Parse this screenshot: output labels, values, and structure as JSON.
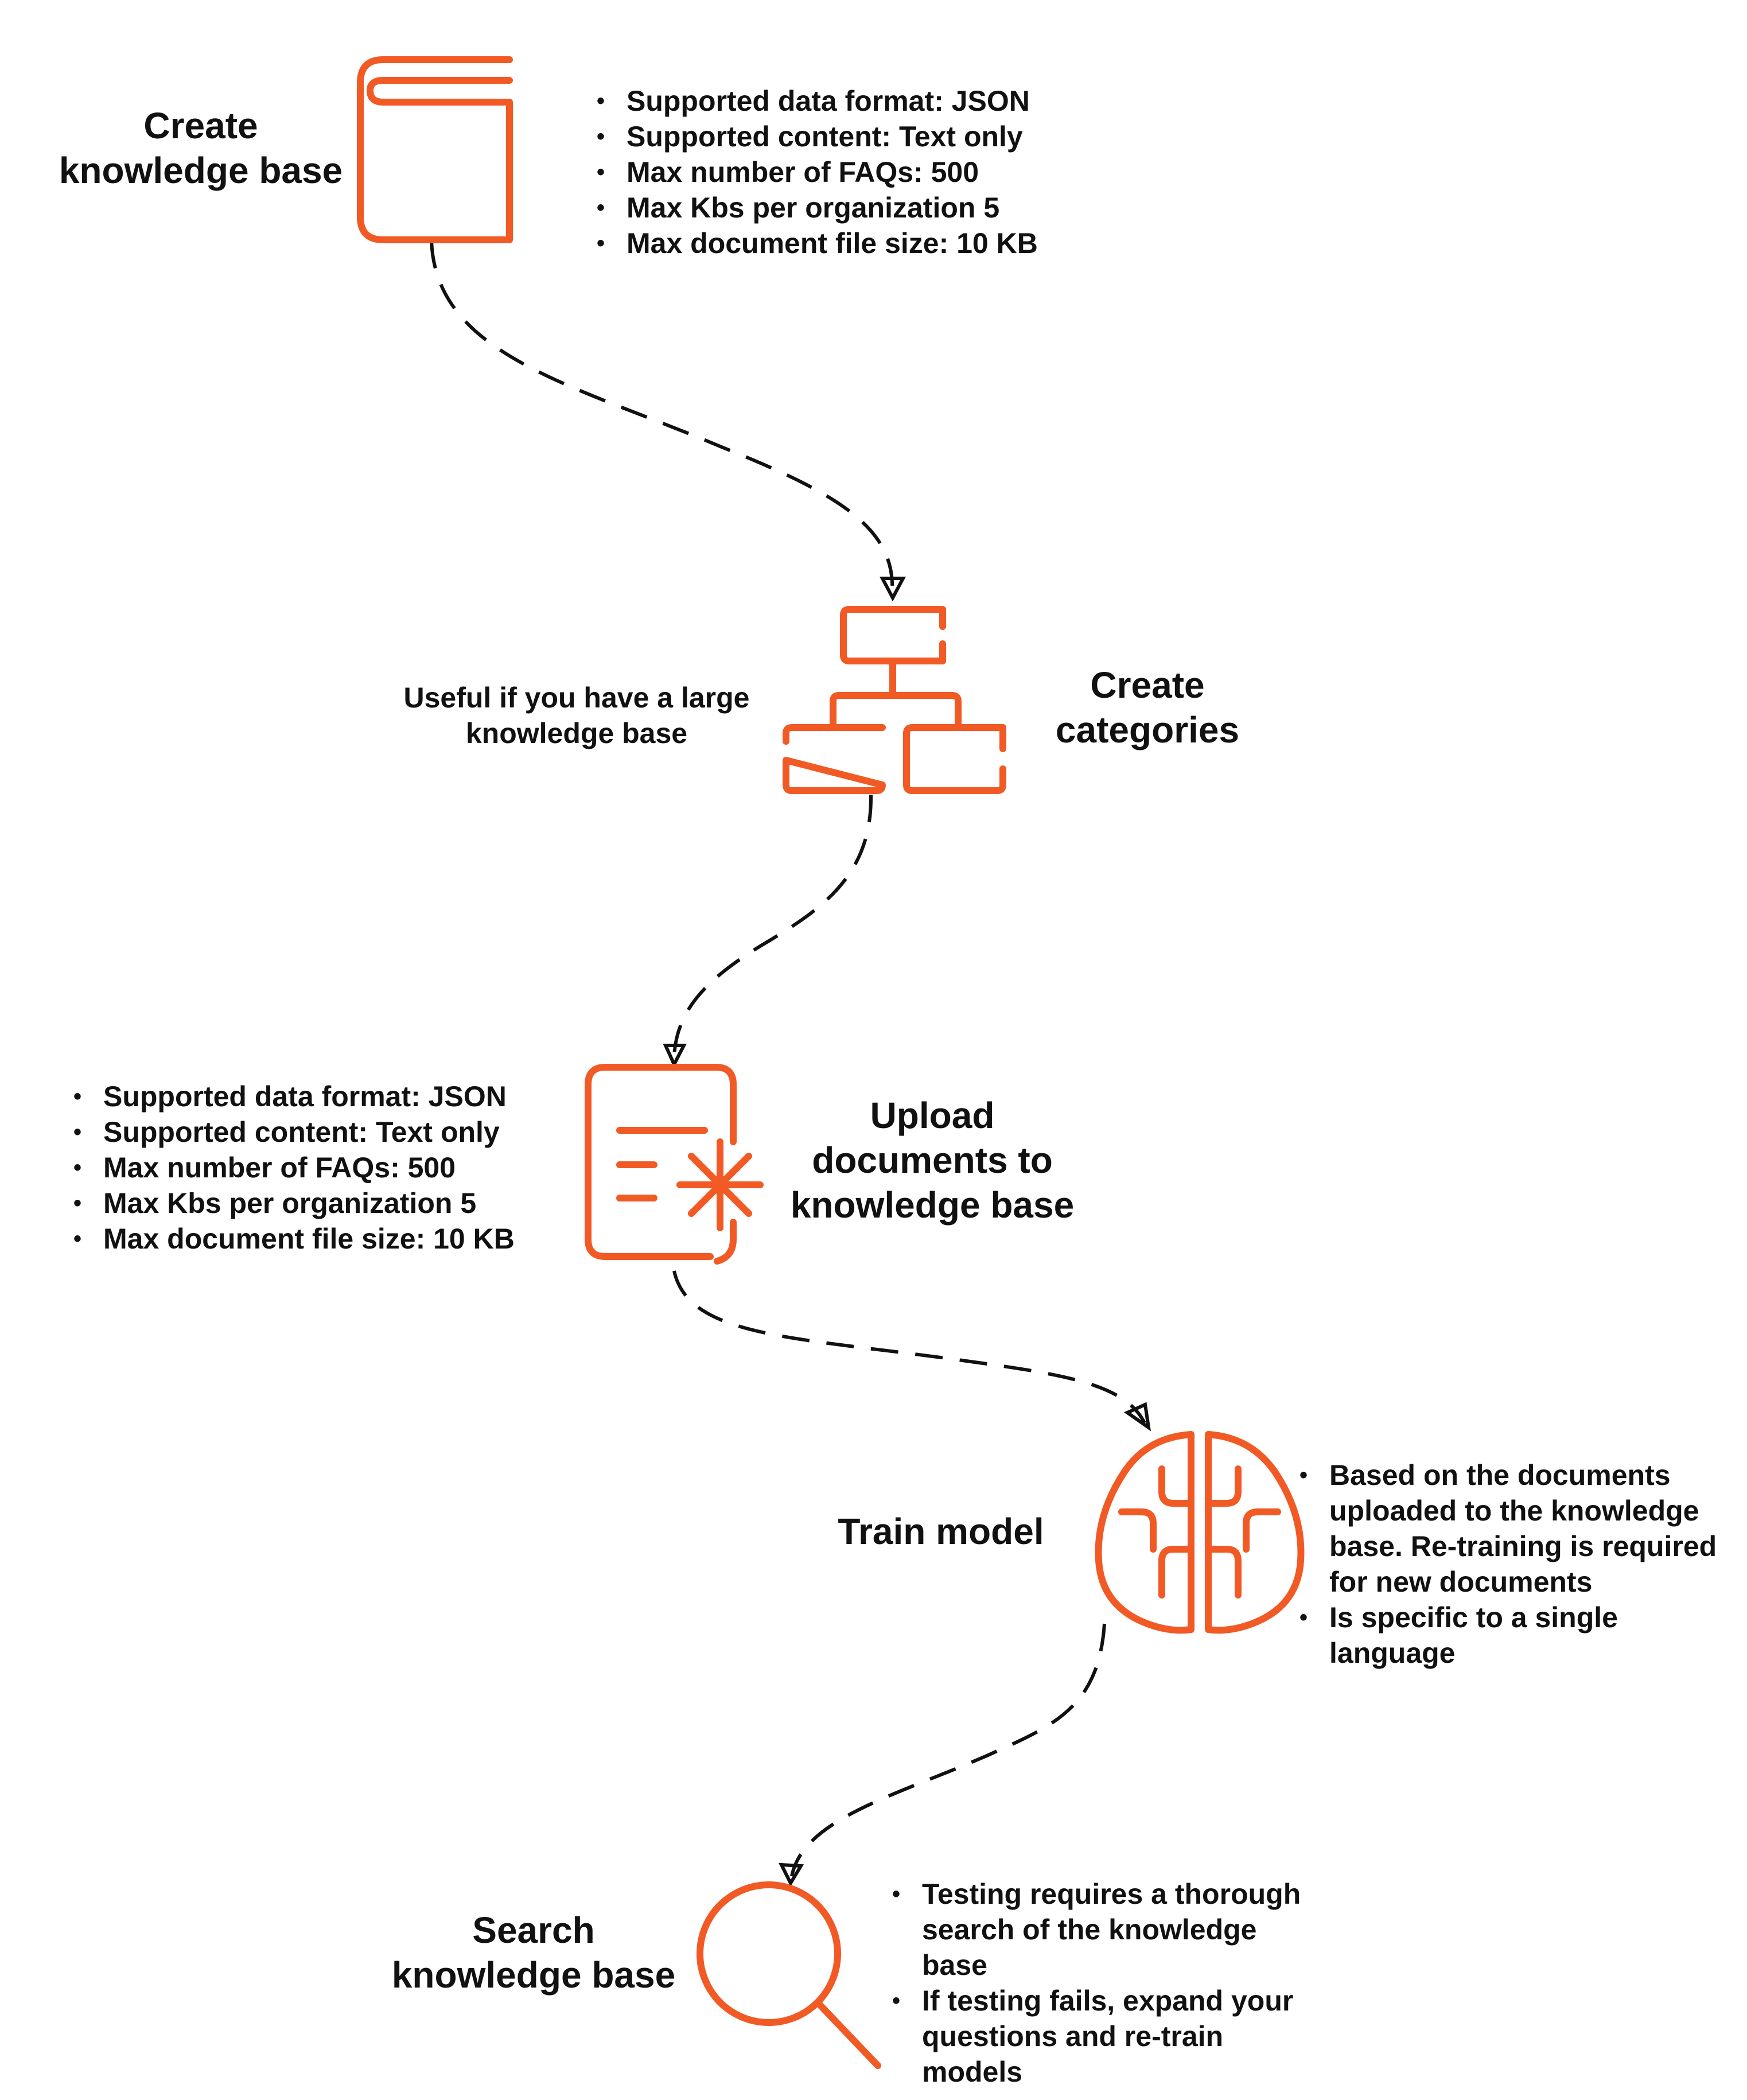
{
  "colors": {
    "accent": "#f15a24",
    "text": "#111111",
    "connector": "#111111"
  },
  "steps": [
    {
      "id": "create-kb",
      "icon": "book-icon",
      "title": [
        "Create",
        "knowledge base"
      ],
      "bullets": [
        "Supported data format: JSON",
        "Supported content: Text only",
        "Max number of FAQs: 500",
        "Max Kbs per organization 5",
        "Max document file size: 10 KB"
      ]
    },
    {
      "id": "create-categories",
      "icon": "hierarchy-icon",
      "title": [
        "Create",
        "categories"
      ],
      "note": [
        "Useful if you have a large",
        "knowledge base"
      ]
    },
    {
      "id": "upload-docs",
      "icon": "document-icon",
      "title": [
        "Upload",
        "documents to",
        "knowledge base"
      ],
      "bullets": [
        "Supported data format: JSON",
        "Supported content: Text only",
        "Max number of FAQs: 500",
        "Max Kbs per organization 5",
        "Max document file size: 10 KB"
      ]
    },
    {
      "id": "train-model",
      "icon": "brain-icon",
      "title": [
        "Train model"
      ],
      "bullets": [
        "Based on the documents uploaded to the knowledge base. Re-training is required for new documents",
        "Is specific to a single language"
      ]
    },
    {
      "id": "search-kb",
      "icon": "search-icon",
      "title": [
        "Search",
        "knowledge base"
      ],
      "bullets": [
        "Testing requires a thorough search of the knowledge base",
        "If testing fails, expand your questions and re-train models"
      ]
    }
  ]
}
